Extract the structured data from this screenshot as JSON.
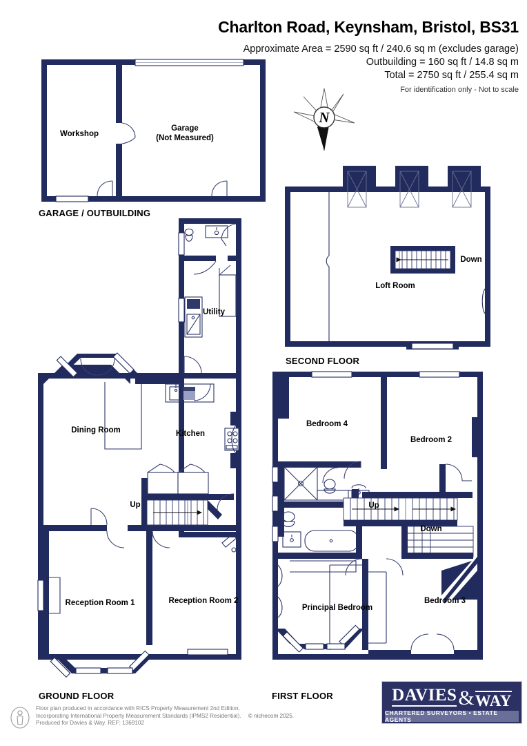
{
  "header": {
    "title": "Charlton Road, Keynsham, Bristol, BS31",
    "area_line_1": "Approximate Area = 2590 sq ft / 240.6 sq m (excludes garage)",
    "area_line_2": "Outbuilding = 160 sq ft / 14.8 sq m",
    "area_line_3": "Total = 2750 sq ft / 255.4 sq m",
    "disclaimer_note": "For identification only - Not to scale"
  },
  "compass": {
    "label": "N"
  },
  "floors": [
    {
      "id": "garage-outbuilding",
      "caption": "GARAGE / OUTBUILDING",
      "rooms": [
        {
          "name": "Workshop"
        },
        {
          "name": "Garage",
          "name_line_2": "(Not Measured)"
        }
      ]
    },
    {
      "id": "second-floor",
      "caption": "SECOND FLOOR",
      "rooms": [
        {
          "name": "Loft Room"
        }
      ],
      "stairs": [
        {
          "label": "Down"
        }
      ]
    },
    {
      "id": "ground-floor",
      "caption": "GROUND FLOOR",
      "rooms": [
        {
          "name": "Utility"
        },
        {
          "name": "Dining Room"
        },
        {
          "name": "Kitchen"
        },
        {
          "name": "Reception Room 1"
        },
        {
          "name": "Reception Room 2"
        }
      ],
      "stairs": [
        {
          "label": "Up"
        }
      ]
    },
    {
      "id": "first-floor",
      "caption": "FIRST FLOOR",
      "rooms": [
        {
          "name": "Bedroom 4"
        },
        {
          "name": "Bedroom 2"
        },
        {
          "name": "Principal Bedroom"
        },
        {
          "name": "Bedroom 3"
        }
      ],
      "stairs": [
        {
          "label": "Up"
        },
        {
          "label": "Down"
        }
      ]
    }
  ],
  "logo": {
    "word_1": "DAVIES",
    "ampersand": "&",
    "word_2": "WAY",
    "tagline": "CHARTERED SURVEYORS • ESTATE AGENTS"
  },
  "footer": {
    "line_1": "Floor plan produced in accordance with RICS Property Measurement 2nd Edition,",
    "line_2": "Incorporating International Property Measurement Standards (IPMS2 Residential).",
    "copyright": "© nichecom 2025.",
    "line_3": "Produced for Davies & Way.   REF:  1369102"
  },
  "colors": {
    "wall": "#222b5e",
    "wall_dark": "#1d2654",
    "fixture_line": "#2b3366",
    "text": "#000000",
    "logo_bg": "#2b3163",
    "logo_sub_bg": "#6a6f99"
  }
}
